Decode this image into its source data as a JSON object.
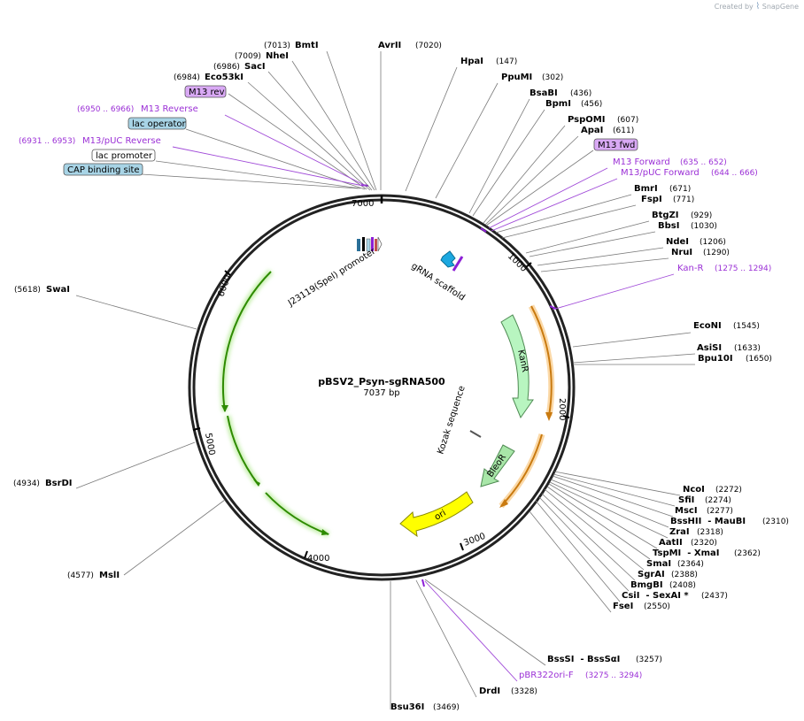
{
  "credit": {
    "text": "Created by",
    "brand": "SnapGene"
  },
  "plasmid": {
    "name": "pBSV2_Psyn-sgRNA500",
    "size": "7037 bp"
  },
  "ticks": [
    "1000",
    "2000",
    "3000",
    "4000",
    "5000",
    "6000",
    "7000"
  ],
  "features": {
    "promoter": "J23119(SpeI) promoter",
    "grna": "gRNA scaffold",
    "kanr": "KanR",
    "kozak": "Kozak sequence",
    "bleor": "BleoR",
    "ori": "ori"
  },
  "right_sites": [
    {
      "name": "AvrII",
      "pos": "(7020)"
    },
    {
      "name": "HpaI",
      "pos": "(147)"
    },
    {
      "name": "PpuMI",
      "pos": "(302)"
    },
    {
      "name": "BsaBI",
      "pos": "(436)"
    },
    {
      "name": "BpmI",
      "pos": "(456)"
    },
    {
      "name": "PspOMI",
      "pos": "(607)"
    },
    {
      "name": "ApaI",
      "pos": "(611)"
    },
    {
      "name": "BmrI",
      "pos": "(671)"
    },
    {
      "name": "FspI",
      "pos": "(771)"
    },
    {
      "name": "BtgZI",
      "pos": "(929)"
    },
    {
      "name": "BbsI",
      "pos": "(1030)"
    },
    {
      "name": "NdeI",
      "pos": "(1206)"
    },
    {
      "name": "NruI",
      "pos": "(1290)"
    },
    {
      "name": "EcoNI",
      "pos": "(1545)"
    },
    {
      "name": "AsiSI",
      "pos": "(1633)"
    },
    {
      "name": "Bpu10I",
      "pos": "(1650)"
    },
    {
      "name": "NcoI",
      "pos": "(2272)"
    },
    {
      "name": "SfiI",
      "pos": "(2274)"
    },
    {
      "name": "MscI",
      "pos": "(2277)"
    },
    {
      "name": "BssHII  - MauBI",
      "pos": "(2310)"
    },
    {
      "name": "ZraI",
      "pos": "(2318)"
    },
    {
      "name": "AatII",
      "pos": "(2320)"
    },
    {
      "name": "TspMI  - XmaI",
      "pos": "(2362)"
    },
    {
      "name": "SmaI",
      "pos": "(2364)"
    },
    {
      "name": "SgrAI",
      "pos": "(2388)"
    },
    {
      "name": "BmgBI",
      "pos": "(2408)"
    },
    {
      "name": "CsiI  - SexAI *",
      "pos": "(2437)"
    },
    {
      "name": "FseI",
      "pos": "(2550)"
    },
    {
      "name": "BssSI  - BssSαI",
      "pos": "(3257)"
    },
    {
      "name": "DrdI",
      "pos": "(3328)"
    }
  ],
  "left_sites": [
    {
      "name": "BmtI",
      "pos": "(7013)"
    },
    {
      "name": "NheI",
      "pos": "(7009)"
    },
    {
      "name": "SacI",
      "pos": "(6986)"
    },
    {
      "name": "Eco53kI",
      "pos": "(6984)"
    },
    {
      "name": "SwaI",
      "pos": "(5618)"
    },
    {
      "name": "BsrDI",
      "pos": "(4934)"
    },
    {
      "name": "MslI",
      "pos": "(4577)"
    },
    {
      "name": "Bsu36I",
      "pos": "(3469)"
    }
  ],
  "primers": [
    {
      "name": "M13 Reverse",
      "pos": "(6950 .. 6966)"
    },
    {
      "name": "M13/pUC Reverse",
      "pos": "(6931 .. 6953)"
    },
    {
      "name": "M13 Forward",
      "pos": "(635 .. 652)"
    },
    {
      "name": "M13/pUC Forward",
      "pos": "(644 .. 666)"
    },
    {
      "name": "Kan-R",
      "pos": "(1275 .. 1294)"
    },
    {
      "name": "pBR322ori-F",
      "pos": "(3275 .. 3294)"
    }
  ],
  "boxes": [
    {
      "name": "M13 rev",
      "color": "#d9a9f5"
    },
    {
      "name": "lac operator",
      "color": "#a8d4e6"
    },
    {
      "name": "lac promoter",
      "color": "#ffffff"
    },
    {
      "name": "CAP binding site",
      "color": "#a8d4e6"
    },
    {
      "name": "M13 fwd",
      "color": "#d9a9f5"
    }
  ],
  "colors": {
    "primer": "#9b30d6",
    "promoter_arrow": "#2e8b00",
    "kanr": "#b8f5c0",
    "bleor": "#a8e6a8",
    "ori": "#ffff00",
    "orange_arc": "#f3a13a",
    "grna": "#1ca8e0"
  }
}
